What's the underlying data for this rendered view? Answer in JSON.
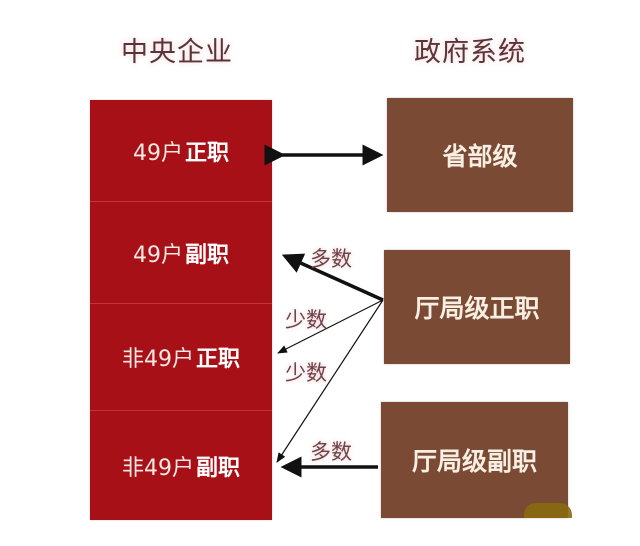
{
  "headers": {
    "left": "中央企业",
    "right": "政府系统"
  },
  "central_enterprises": [
    {
      "prefix": "49户",
      "rank": "正职"
    },
    {
      "prefix": "49户",
      "rank": "副职"
    },
    {
      "prefix": "非49户",
      "rank": "正职"
    },
    {
      "prefix": "非49户",
      "rank": "副职"
    }
  ],
  "government_levels": [
    {
      "label": "省部级"
    },
    {
      "label": "厅局级正职"
    },
    {
      "label": "厅局级副职"
    }
  ],
  "relations": [
    {
      "from": "省部级",
      "to": "49户正职",
      "type": "bidirectional",
      "label": ""
    },
    {
      "from": "厅局级正职",
      "to": "49户副职",
      "type": "thick",
      "label": "多数"
    },
    {
      "from": "厅局级正职",
      "to": "非49户正职",
      "type": "thin",
      "label": "少数"
    },
    {
      "from": "厅局级正职",
      "to": "非49户副职",
      "type": "thin",
      "label": "少数"
    },
    {
      "from": "厅局级副职",
      "to": "非49户副职",
      "type": "thick",
      "label": "多数"
    }
  ],
  "colors": {
    "enterprise_fill": "#a81018",
    "government_fill": "#7a4a35",
    "arrow": "#111111",
    "label_text": "#6b4649"
  }
}
